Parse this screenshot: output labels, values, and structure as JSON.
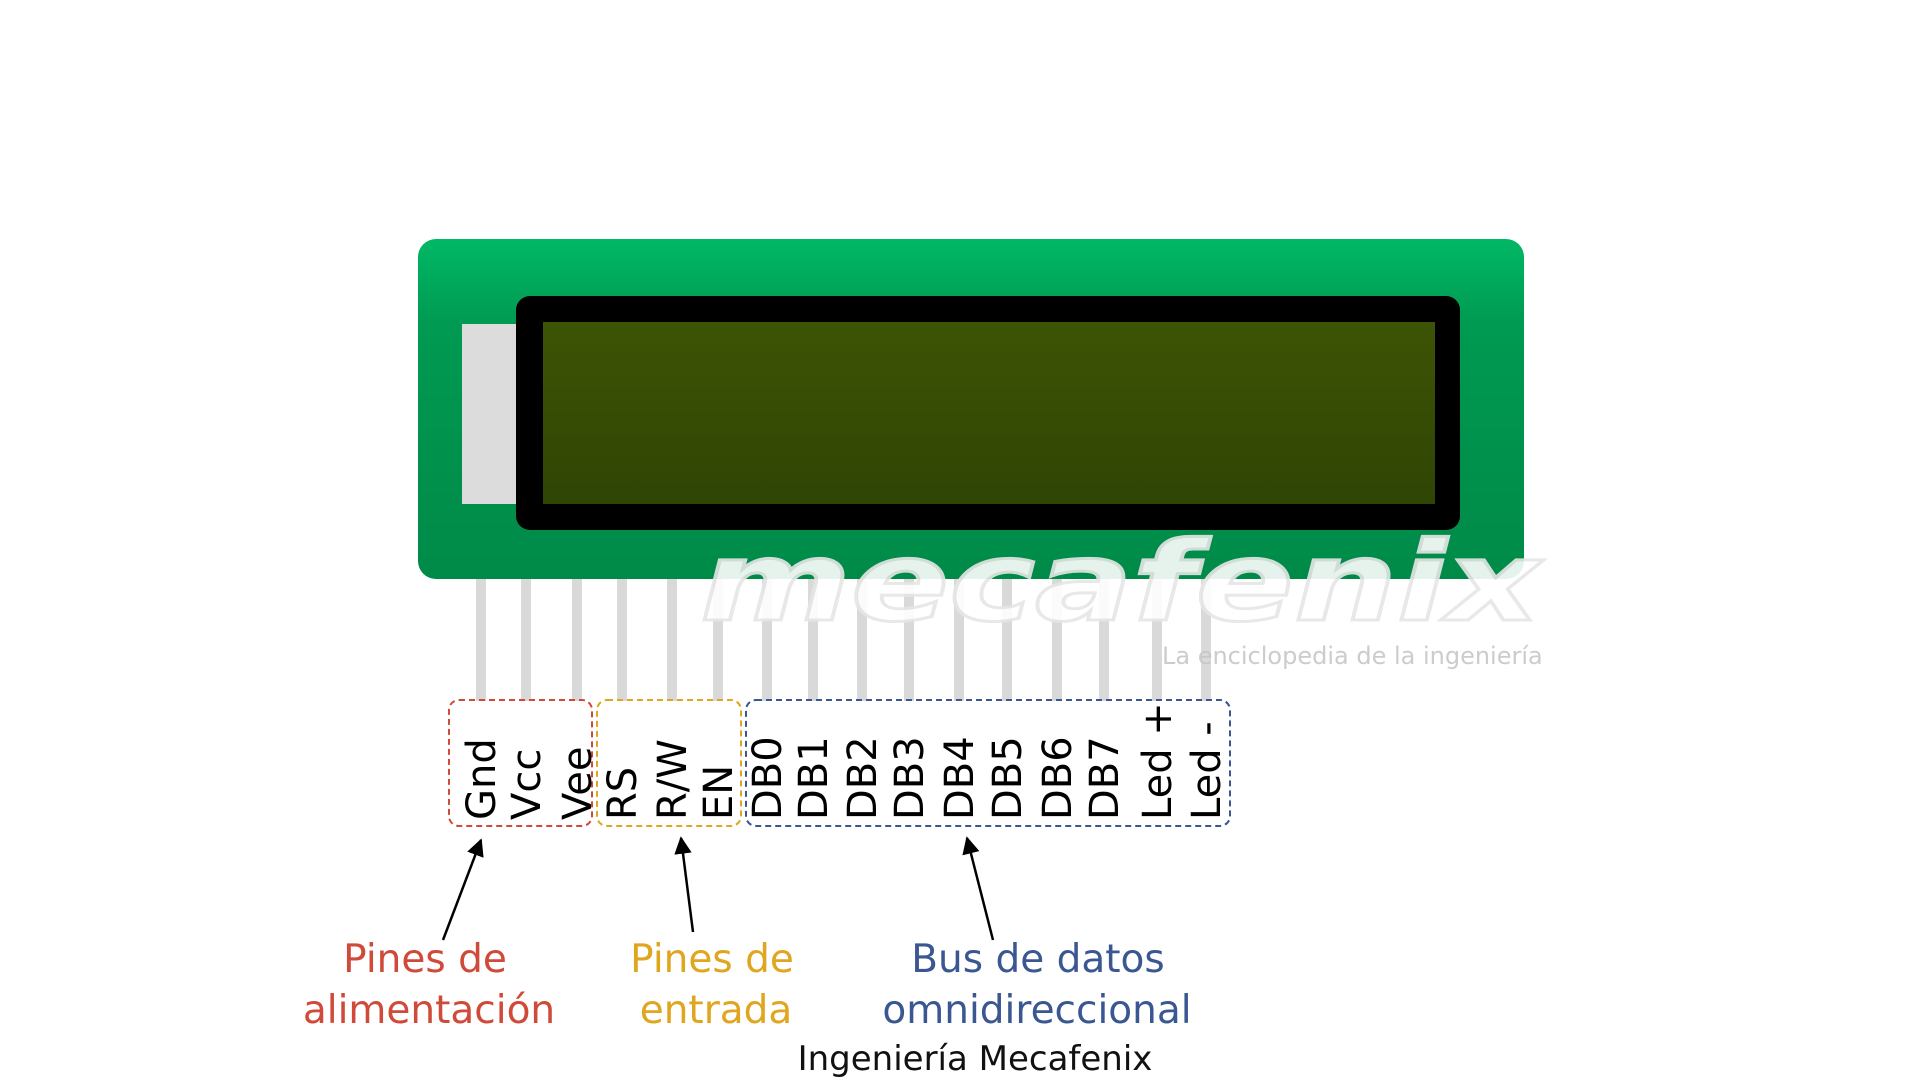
{
  "watermark": {
    "name": "mecafenix",
    "tagline": "La enciclopedia de la ingeniería"
  },
  "pins": [
    "Gnd",
    "Vcc",
    "Vee",
    "RS",
    "R/W",
    "EN",
    "DB0",
    "DB1",
    "DB2",
    "DB3",
    "DB4",
    "DB5",
    "DB6",
    "DB7",
    "Led +",
    "Led -"
  ],
  "groups": {
    "power": {
      "line1": "Pines de",
      "line2": "alimentación"
    },
    "input": {
      "line1": "Pines de",
      "line2": "entrada"
    },
    "data": {
      "line1": "Bus de datos",
      "line2": "omnidireccional"
    }
  },
  "credit": "Ingeniería Mecafenix",
  "colors": {
    "board": "#009a52",
    "screen_frame": "#000000",
    "screen": "#3a4f05",
    "pin": "#d9d9d9",
    "power": "#d04a3a",
    "input": "#e0a61f",
    "data": "#3b5791"
  }
}
